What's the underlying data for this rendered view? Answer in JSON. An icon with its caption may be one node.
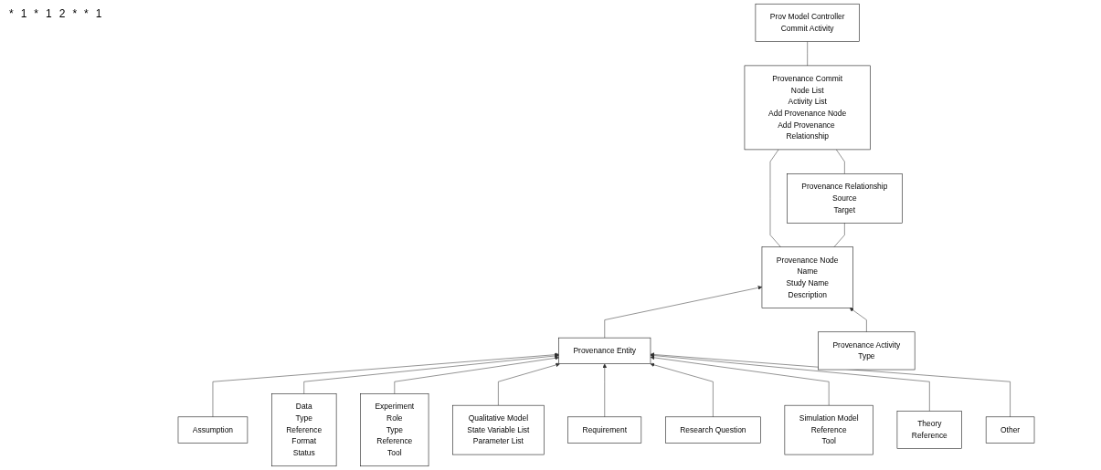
{
  "diagram": {
    "nodes": [
      {
        "text": [
          "Provenance Node",
          "Name",
          "Study Name",
          "Description"
        ]
      },
      {
        "text": [
          "Provenance Commit",
          "Node List",
          "Activity List",
          "Add Provenance Node",
          "Add Provenance Relationship"
        ]
      },
      {
        "text": [
          "Prov Model Controller",
          "Commit Activity"
        ]
      },
      {
        "text": [
          "Provenance Relationship",
          "Source",
          "Target"
        ]
      },
      {
        "text": [
          "Provenance Entity"
        ]
      },
      {
        "text": [
          "Provenance Activity",
          "Type"
        ]
      },
      {
        "text": [
          "Assumption"
        ]
      },
      {
        "text": [
          "Data",
          "Type",
          "Reference",
          "Format",
          "Status"
        ]
      },
      {
        "text": [
          "Experiment",
          "Role",
          "Type",
          "Reference",
          "Tool"
        ]
      },
      {
        "text": [
          "Qualitative Model",
          "State Variable List",
          "Parameter List"
        ]
      },
      {
        "text": [
          "Requirement"
        ]
      },
      {
        "text": [
          "Research Question"
        ]
      },
      {
        "text": [
          "Simulation Model",
          "Reference",
          "Tool"
        ]
      },
      {
        "text": [
          "Theory",
          "Reference"
        ]
      },
      {
        "text": [
          "Other"
        ]
      }
    ],
    "edges": [
      {
        "from": 0,
        "to": 1,
        "arrow": "none"
      },
      {
        "from": 1,
        "to": 2,
        "arrow": "none"
      },
      {
        "from": 0,
        "to": 3,
        "arrow": "none"
      },
      {
        "from": 3,
        "to": 1,
        "arrow": "none"
      },
      {
        "from": 4,
        "to": 0,
        "arrow": "to"
      },
      {
        "from": 5,
        "to": 0,
        "arrow": "to"
      },
      {
        "from": 6,
        "to": 4,
        "arrow": "to"
      },
      {
        "from": 7,
        "to": 4,
        "arrow": "to"
      },
      {
        "from": 8,
        "to": 4,
        "arrow": "to"
      },
      {
        "from": 9,
        "to": 4,
        "arrow": "to"
      },
      {
        "from": 10,
        "to": 4,
        "arrow": "to"
      },
      {
        "from": 11,
        "to": 4,
        "arrow": "to"
      },
      {
        "from": 12,
        "to": 4,
        "arrow": "to"
      },
      {
        "from": 13,
        "to": 4,
        "arrow": "to"
      },
      {
        "from": 14,
        "to": 4,
        "arrow": "to"
      }
    ],
    "labels": [
      "*",
      "1",
      "*",
      "1",
      "2",
      "*",
      "*",
      "1"
    ]
  }
}
